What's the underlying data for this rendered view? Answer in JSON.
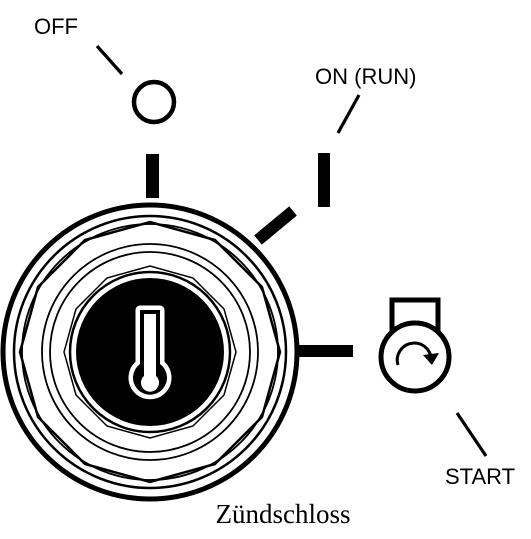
{
  "labels": {
    "off": "OFF",
    "on": "ON (RUN)",
    "start": "START"
  },
  "caption": "Zündschloss",
  "colors": {
    "ink": "#000000",
    "paper": "#ffffff"
  },
  "icons": [
    "ignition-lock-icon",
    "key-slot-icon",
    "off-circle-icon",
    "on-bar-icon",
    "engine-start-icon"
  ]
}
